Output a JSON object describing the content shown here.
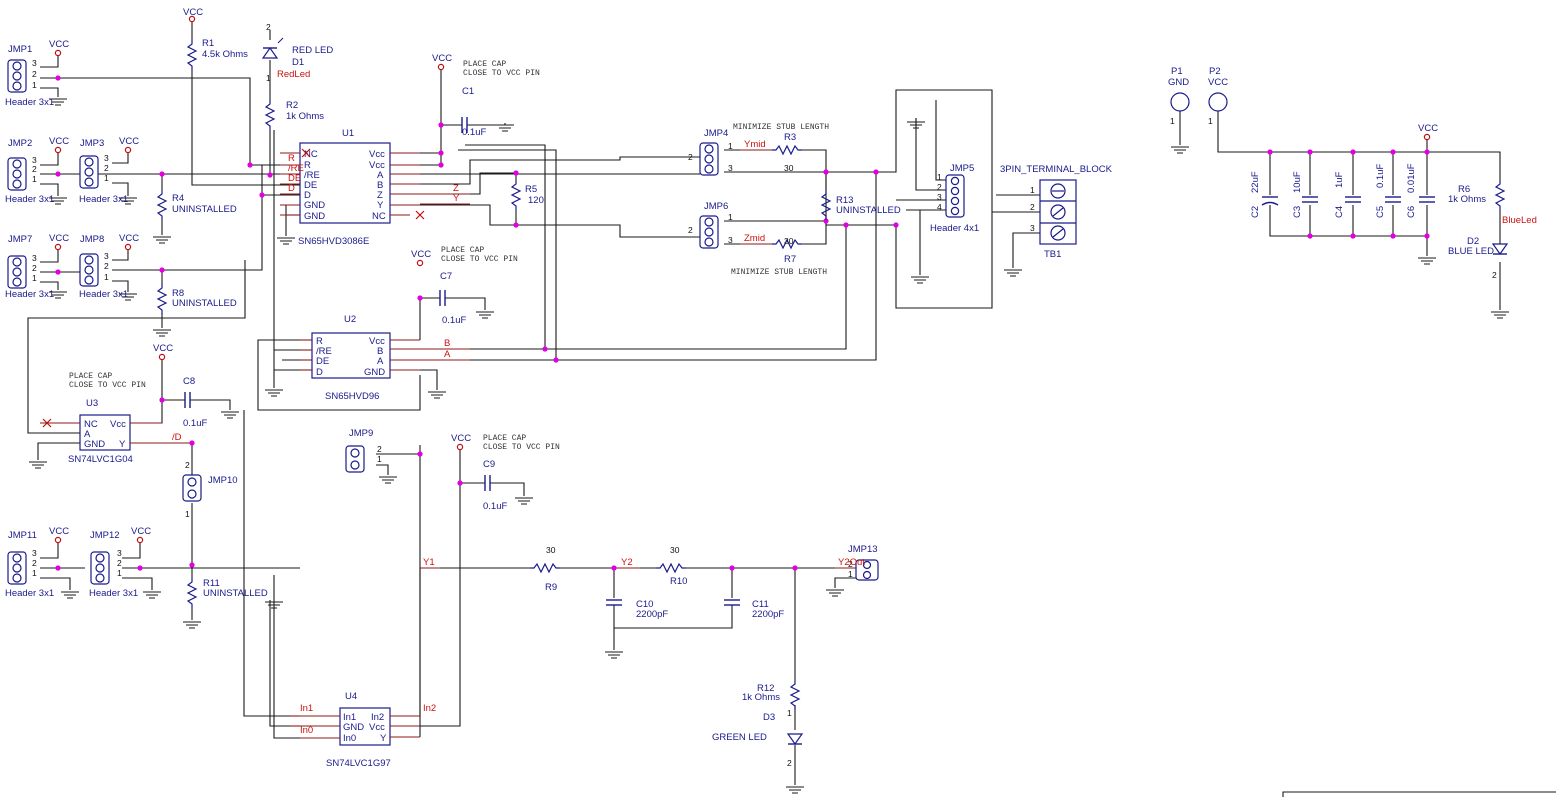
{
  "vcc": "VCC",
  "gnd": "GND",
  "notes": {
    "place_cap": "PLACE CAP",
    "close_to_vcc": "CLOSE TO VCC PIN",
    "stub": "MINIMIZE STUB LENGTH"
  },
  "jumpers": {
    "jmp1": "JMP1",
    "jmp2": "JMP2",
    "jmp3": "JMP3",
    "jmp7": "JMP7",
    "jmp8": "JMP8",
    "jmp4": "JMP4",
    "jmp6": "JMP6",
    "jmp5": "JMP5",
    "jmp9": "JMP9",
    "jmp10": "JMP10",
    "jmp11": "JMP11",
    "jmp12": "JMP12",
    "jmp13": "JMP13",
    "header3": "Header 3x1",
    "header4": "Header 4x1"
  },
  "resistors": {
    "r1": "R1",
    "r1v": "4.5k Ohms",
    "r2": "R2",
    "r2v": "1k Ohms",
    "r3": "R3",
    "r3v": "30",
    "r4": "R4",
    "r4v": "UNINSTALLED",
    "r5": "R5",
    "r5v": "120",
    "r6": "R6",
    "r6v": "1k Ohms",
    "r7": "R7",
    "r7v": "30",
    "r8": "R8",
    "r8v": "UNINSTALLED",
    "r9": "R9",
    "r9v": "30",
    "r10": "R10",
    "r10v": "30",
    "r11": "R11",
    "r11v": "UNINSTALLED",
    "r12": "R12",
    "r12v": "1k Ohms",
    "r13": "R13",
    "r13v": "UNINSTALLED"
  },
  "capacitors": {
    "c1": "C1",
    "c1v": "0.1uF",
    "c2": "C2",
    "c2v": "22uF",
    "c3": "C3",
    "c3v": "10uF",
    "c4": "C4",
    "c4v": "1uF",
    "c5": "C5",
    "c5v": "0.1uF",
    "c6": "C6",
    "c6v": "0.01uF",
    "c7": "C7",
    "c7v": "0.1uF",
    "c8": "C8",
    "c8v": "0.1uF",
    "c9": "C9",
    "c9v": "0.1uF",
    "c10": "C10",
    "c10v": "2200pF",
    "c11": "C11",
    "c11v": "2200pF"
  },
  "leds": {
    "d1": "D1",
    "d1v": "RED LED",
    "d1net": "RedLed",
    "d2": "D2",
    "d2v": "BLUE LED",
    "d2net": "BlueLed",
    "d3": "D3",
    "d3v": "GREEN LED"
  },
  "ics": {
    "u1": "U1",
    "u1p": "SN65HVD3086E",
    "u1_left": [
      "NC",
      "R",
      "/RE",
      "DE",
      "D",
      "GND",
      "GND"
    ],
    "u1_right": [
      "Vcc",
      "Vcc",
      "A",
      "B",
      "Z",
      "Y",
      "NC"
    ],
    "u2": "U2",
    "u2p": "SN65HVD96",
    "u2_left": [
      "R",
      "/RE",
      "DE",
      "D"
    ],
    "u2_right": [
      "Vcc",
      "B",
      "A",
      "GND"
    ],
    "u3": "U3",
    "u3p": "SN74LVC1G04",
    "u3_left": [
      "NC",
      "A",
      "GND"
    ],
    "u3_right": [
      "Vcc",
      "Y"
    ],
    "u4": "U4",
    "u4p": "SN74LVC1G97",
    "u4_left": [
      "In1",
      "GND",
      "In0"
    ],
    "u4_right": [
      "In2",
      "Vcc",
      "Y"
    ]
  },
  "nets": {
    "r": "R",
    "re": "/RE",
    "de": "DE",
    "d": "D",
    "z": "Z",
    "y": "Y",
    "a": "A",
    "b": "B",
    "ymid": "Ymid",
    "zmid": "Zmid",
    "nd": "/D",
    "in1": "In1",
    "in0": "In0",
    "in2": "In2",
    "y1": "Y1",
    "y2": "Y2",
    "y2out": "Y2Out"
  },
  "connectors": {
    "p1": "P1",
    "p2": "P2",
    "tb1": "TB1",
    "tb_title": "3PIN_TERMINAL_BLOCK"
  },
  "pin_numbers": {
    "n1": "1",
    "n2": "2",
    "n3": "3",
    "n4": "4"
  }
}
